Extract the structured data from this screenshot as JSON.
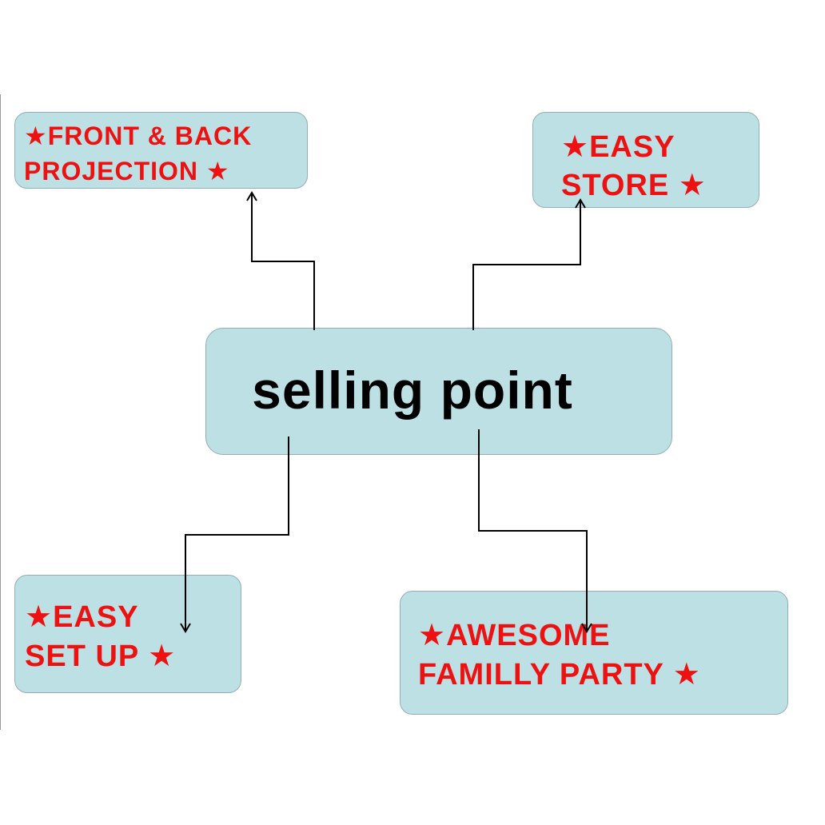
{
  "center": {
    "label": "selling point"
  },
  "points": {
    "top_left": {
      "lines": [
        "★FRONT & BACK",
        "PROJECTION ★"
      ]
    },
    "top_right": {
      "lines": [
        "★EASY",
        "STORE ★"
      ]
    },
    "bottom_left": {
      "lines": [
        "★EASY",
        "SET UP ★"
      ]
    },
    "bottom_right": {
      "lines": [
        "★AWESOME",
        "FAMILLY PARTY ★"
      ]
    }
  },
  "colors": {
    "box_fill": "#bde0e4",
    "box_border": "#93aeb2",
    "point_text": "#ee1111",
    "center_text": "#000000",
    "connector": "#000000"
  }
}
